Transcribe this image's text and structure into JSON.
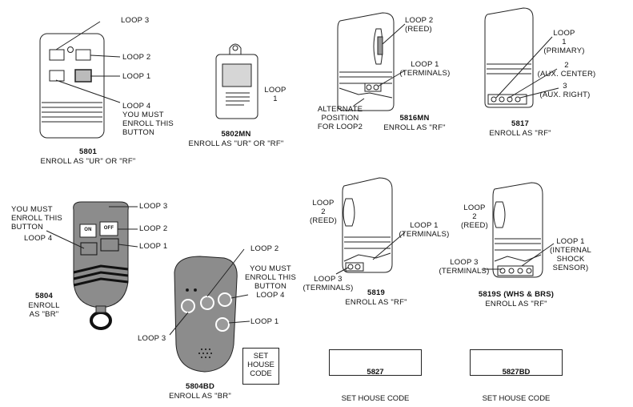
{
  "devices": {
    "d5801": {
      "model": "5801",
      "enroll": "ENROLL AS \"UR\" OR \"RF\"",
      "loop3": "LOOP 3",
      "loop2": "LOOP 2",
      "loop1": "LOOP 1",
      "loop4_note": "LOOP 4\nYOU MUST\nENROLL THIS\nBUTTON"
    },
    "d5802mn": {
      "model": "5802MN",
      "enroll": "ENROLL AS \"UR\" OR \"RF\"",
      "loop": "LOOP\n1"
    },
    "d5816mn": {
      "model": "5816MN",
      "enroll": "ENROLL AS \"RF\"",
      "loop2": "LOOP 2\n(REED)",
      "loop1": "LOOP 1\n(TERMINALS)",
      "alt": "ALTERNATE\nPOSITION\nFOR LOOP2"
    },
    "d5817": {
      "model": "5817",
      "enroll": "ENROLL AS \"RF\"",
      "loop1": "LOOP\n1\n(PRIMARY)",
      "loop2": "2\n(AUX. CENTER)",
      "loop3": "3\n(AUX. RIGHT)"
    },
    "d5804": {
      "model": "5804",
      "enroll": "ENROLL\nAS \"BR\"",
      "note": "YOU MUST\nENROLL THIS\nBUTTON",
      "loop4": "LOOP 4",
      "loop3": "LOOP 3",
      "loop2": "LOOP 2",
      "loop1": "LOOP 1",
      "on": "ON",
      "off": "OFF"
    },
    "d5804bd": {
      "model": "5804BD",
      "enroll": "ENROLL AS \"BR\"",
      "loop2": "LOOP 2",
      "note_loop4": "YOU MUST\nENROLL THIS\nBUTTON\nLOOP 4",
      "loop1": "LOOP 1",
      "loop3": "LOOP 3",
      "house": "SET\nHOUSE\nCODE"
    },
    "d5819": {
      "model": "5819",
      "enroll": "ENROLL AS \"RF\"",
      "loop2": "LOOP\n2\n(REED)",
      "loop1": "LOOP 1\n(TERMINALS)",
      "loop3": "LOOP 3\n(TERMINALS)"
    },
    "d5819s": {
      "model": "5819S (WHS & BRS)",
      "enroll": "ENROLL AS \"RF\"",
      "loop2": "LOOP\n2\n(REED)",
      "loop1": "LOOP 1\n(INTERNAL\nSHOCK\nSENSOR)",
      "loop3": "LOOP 3\n(TERMINALS)"
    },
    "d5827": {
      "model": "5827",
      "house": "SET HOUSE CODE"
    },
    "d5827bd": {
      "model": "5827BD",
      "house": "SET HOUSE CODE"
    }
  }
}
